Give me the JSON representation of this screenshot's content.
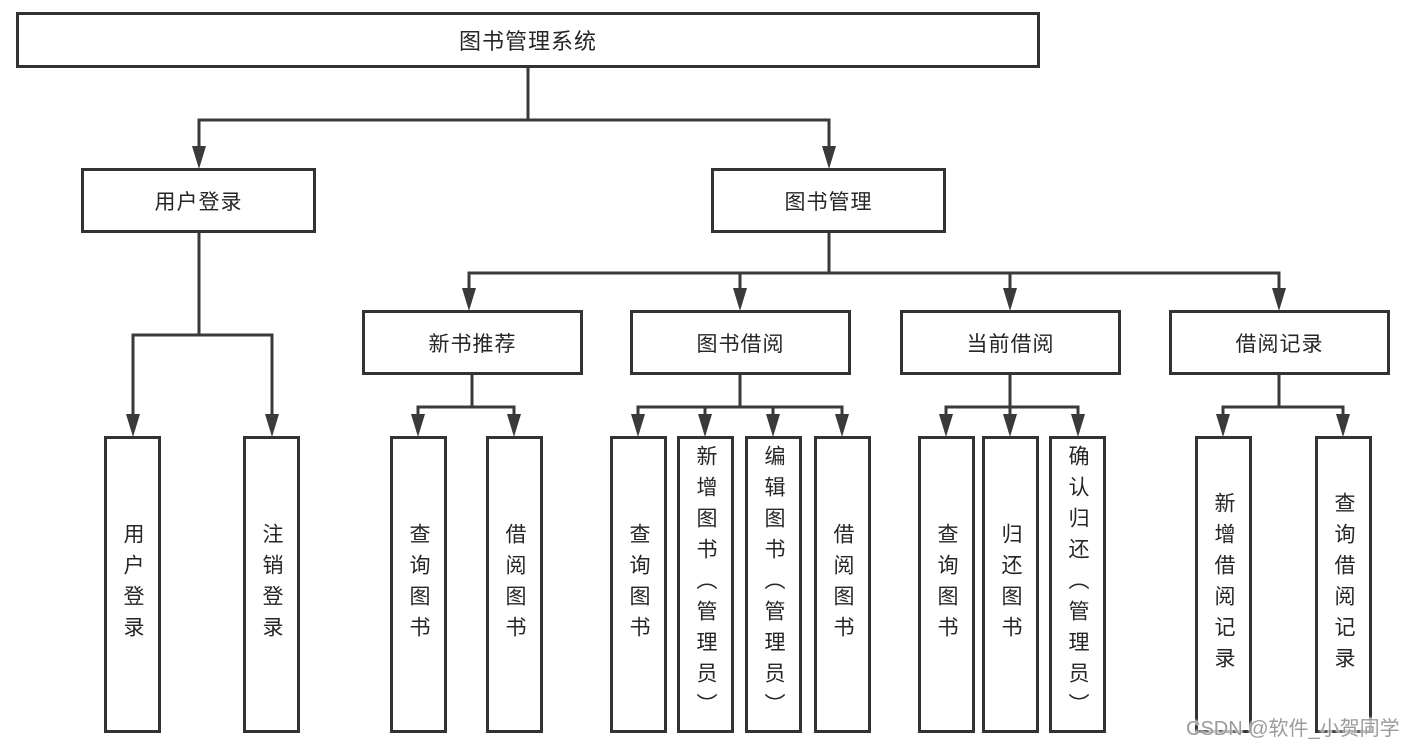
{
  "diagram": {
    "root": {
      "label": "图书管理系统"
    },
    "user_login": {
      "label": "用户登录",
      "children": [
        {
          "label": "用户登录"
        },
        {
          "label": "注销登录"
        }
      ]
    },
    "book_mgmt": {
      "label": "图书管理",
      "sections": [
        {
          "label": "新书推荐",
          "children": [
            {
              "label": "查询图书"
            },
            {
              "label": "借阅图书"
            }
          ]
        },
        {
          "label": "图书借阅",
          "children": [
            {
              "label": "查询图书"
            },
            {
              "label": "新增图书（管理员）"
            },
            {
              "label": "编辑图书（管理员）"
            },
            {
              "label": "借阅图书"
            }
          ]
        },
        {
          "label": "当前借阅",
          "children": [
            {
              "label": "查询图书"
            },
            {
              "label": "归还图书"
            },
            {
              "label": "确认归还（管理员）"
            }
          ]
        },
        {
          "label": "借阅记录",
          "children": [
            {
              "label": "新增借阅记录"
            },
            {
              "label": "查询借阅记录"
            }
          ]
        }
      ]
    },
    "colors": {
      "line": "#3a3a3a",
      "box_border": "#333333",
      "text": "#262626",
      "watermark": "#9b9b9b",
      "background": "#ffffff"
    }
  },
  "watermark": {
    "text": "CSDN @软件_小贺同学"
  }
}
